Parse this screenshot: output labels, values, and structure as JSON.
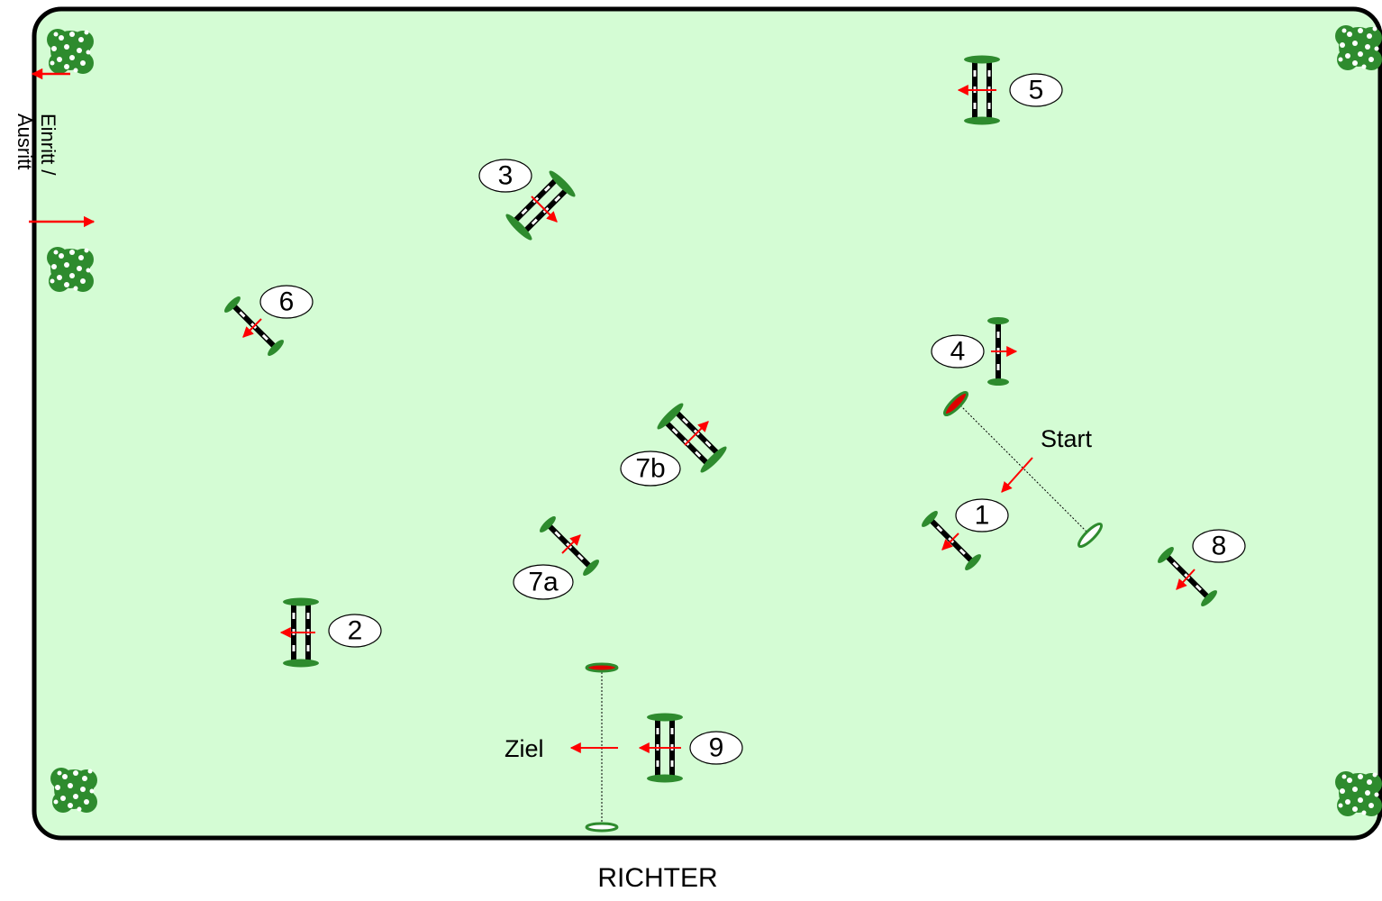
{
  "labels": {
    "entry_line1": "Einritt /",
    "entry_line2": "Ausritt",
    "start": "Start",
    "finish": "Ziel",
    "judge": "RICHTER"
  },
  "obstacles": [
    {
      "id": "1",
      "label": "1"
    },
    {
      "id": "2",
      "label": "2"
    },
    {
      "id": "3",
      "label": "3"
    },
    {
      "id": "4",
      "label": "4"
    },
    {
      "id": "5",
      "label": "5"
    },
    {
      "id": "6",
      "label": "6"
    },
    {
      "id": "7a",
      "label": "7a"
    },
    {
      "id": "7b",
      "label": "7b"
    },
    {
      "id": "8",
      "label": "8"
    },
    {
      "id": "9",
      "label": "9"
    }
  ],
  "colors": {
    "arena_fill": "#d4fcd4",
    "arena_border": "#000000",
    "hedge": "#2e8b2e",
    "arrow": "#ff0000",
    "flag_red": "#dd0000"
  }
}
